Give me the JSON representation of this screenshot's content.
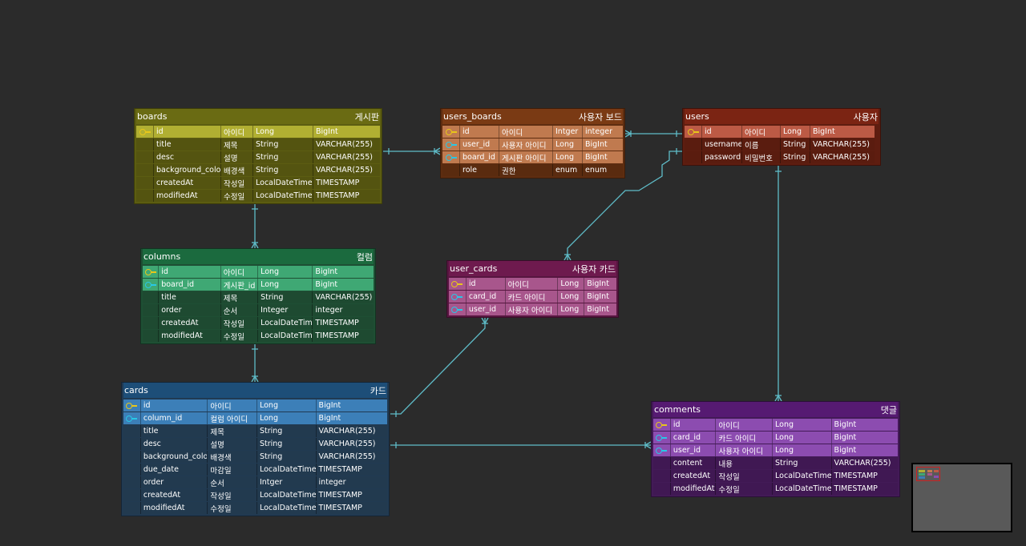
{
  "tables": [
    {
      "key": "boards",
      "name": "boards",
      "label": "게시판",
      "color": "#6a6b13",
      "body": "#5c5d11",
      "rowColor": "#545410",
      "pkRow": "#b1af32",
      "fkRow": "#b1af32",
      "rows": [
        {
          "k": "pk",
          "f": "id",
          "c": "아이디",
          "t": "Long",
          "d": "BigInt"
        },
        {
          "k": "",
          "f": "title",
          "c": "제목",
          "t": "String",
          "d": "VARCHAR(255)"
        },
        {
          "k": "",
          "f": "desc",
          "c": "설명",
          "t": "String",
          "d": "VARCHAR(255)"
        },
        {
          "k": "",
          "f": "background_color",
          "c": "배경색",
          "t": "String",
          "d": "VARCHAR(255)"
        },
        {
          "k": "",
          "f": "createdAt",
          "c": "작성일",
          "t": "LocalDateTime",
          "d": "TIMESTAMP"
        },
        {
          "k": "",
          "f": "modifiedAt",
          "c": "수정일",
          "t": "LocalDateTime",
          "d": "TIMESTAMP"
        }
      ]
    },
    {
      "key": "users_boards",
      "name": "users_boards",
      "label": "사용자 보드",
      "color": "#7a3a14",
      "body": "#5e2d10",
      "rowColor": "#5a2b0f",
      "pkRow": "#c07a4f",
      "fkRow": "#c07a4f",
      "rows": [
        {
          "k": "pk",
          "f": "id",
          "c": "아이디",
          "t": "Intger",
          "d": "integer"
        },
        {
          "k": "fk",
          "f": "user_id",
          "c": "사용자 아이디",
          "t": "Long",
          "d": "BigInt"
        },
        {
          "k": "fk",
          "f": "board_id",
          "c": "게시판 아이디",
          "t": "Long",
          "d": "BigInt"
        },
        {
          "k": "",
          "f": "role",
          "c": "권한",
          "t": "enum",
          "d": "enum"
        }
      ]
    },
    {
      "key": "users",
      "name": "users",
      "label": "사용자",
      "color": "#7b2413",
      "body": "#5e1d10",
      "rowColor": "#5a1c0f",
      "pkRow": "#bc5a45",
      "fkRow": "#bc5a45",
      "rows": [
        {
          "k": "pk",
          "f": "id",
          "c": "아이디",
          "t": "Long",
          "d": "BigInt"
        },
        {
          "k": "",
          "f": "username",
          "c": "이름",
          "t": "String",
          "d": "VARCHAR(255)"
        },
        {
          "k": "",
          "f": "password",
          "c": "비밀번호",
          "t": "String",
          "d": "VARCHAR(255)"
        }
      ]
    },
    {
      "key": "columns",
      "name": "columns",
      "label": "컬럼",
      "color": "#1b6a3e",
      "body": "#1e4f34",
      "rowColor": "#1e4a31",
      "pkRow": "#3fa874",
      "fkRow": "#3fa874",
      "rows": [
        {
          "k": "pk",
          "f": "id",
          "c": "아이디",
          "t": "Long",
          "d": "BigInt"
        },
        {
          "k": "fk",
          "f": "board_id",
          "c": "게시판_id",
          "t": "Long",
          "d": "BigInt"
        },
        {
          "k": "",
          "f": "title",
          "c": "제목",
          "t": "String",
          "d": "VARCHAR(255)"
        },
        {
          "k": "",
          "f": "order",
          "c": "순서",
          "t": "Integer",
          "d": "integer"
        },
        {
          "k": "",
          "f": "createdAt",
          "c": "작성일",
          "t": "LocalDateTime",
          "d": "TIMESTAMP"
        },
        {
          "k": "",
          "f": "modifiedAt",
          "c": "수정일",
          "t": "LocalDateTime",
          "d": "TIMESTAMP"
        }
      ]
    },
    {
      "key": "user_cards",
      "name": "user_cards",
      "label": "사용자 카드",
      "color": "#6e1a4e",
      "body": "#571640",
      "rowColor": "#52153c",
      "pkRow": "#a8568c",
      "fkRow": "#a8568c",
      "rows": [
        {
          "k": "pk",
          "f": "id",
          "c": "아이디",
          "t": "Long",
          "d": "BigInt"
        },
        {
          "k": "fk",
          "f": "card_id",
          "c": "카드 아이디",
          "t": "Long",
          "d": "BigInt"
        },
        {
          "k": "fk",
          "f": "user_id",
          "c": "사용자 아이디",
          "t": "Long",
          "d": "BigInt"
        }
      ]
    },
    {
      "key": "cards",
      "name": "cards",
      "label": "카드",
      "color": "#1d4e78",
      "body": "#213a52",
      "rowColor": "#223a4f",
      "pkRow": "#3c7fb8",
      "fkRow": "#3c7fb8",
      "rows": [
        {
          "k": "pk",
          "f": "id",
          "c": "아이디",
          "t": "Long",
          "d": "BigInt"
        },
        {
          "k": "fk",
          "f": "column_id",
          "c": "컬럼 아이디",
          "t": "Long",
          "d": "BigInt"
        },
        {
          "k": "",
          "f": "title",
          "c": "제목",
          "t": "String",
          "d": "VARCHAR(255)"
        },
        {
          "k": "",
          "f": "desc",
          "c": "설명",
          "t": "String",
          "d": "VARCHAR(255)"
        },
        {
          "k": "",
          "f": "background_color",
          "c": "배경색",
          "t": "String",
          "d": "VARCHAR(255)"
        },
        {
          "k": "",
          "f": "due_date",
          "c": "마감일",
          "t": "LocalDateTime",
          "d": "TIMESTAMP"
        },
        {
          "k": "",
          "f": "order",
          "c": "순서",
          "t": "Intger",
          "d": "integer"
        },
        {
          "k": "",
          "f": "createdAt",
          "c": "작성일",
          "t": "LocalDateTime",
          "d": "TIMESTAMP"
        },
        {
          "k": "",
          "f": "modifiedAt",
          "c": "수정일",
          "t": "LocalDateTime",
          "d": "TIMESTAMP"
        }
      ]
    },
    {
      "key": "comments",
      "name": "comments",
      "label": "댓글",
      "color": "#561a72",
      "body": "#431a57",
      "rowColor": "#401853",
      "pkRow": "#8c4cb0",
      "fkRow": "#8c4cb0",
      "rows": [
        {
          "k": "pk",
          "f": "id",
          "c": "아이디",
          "t": "Long",
          "d": "BigInt"
        },
        {
          "k": "fk",
          "f": "card_id",
          "c": "카드 아이디",
          "t": "Long",
          "d": "BigInt"
        },
        {
          "k": "fk",
          "f": "user_id",
          "c": "사용자 아이디",
          "t": "Long",
          "d": "BigInt"
        },
        {
          "k": "",
          "f": "content",
          "c": "내용",
          "t": "String",
          "d": "VARCHAR(255)"
        },
        {
          "k": "",
          "f": "createdAt",
          "c": "작성일",
          "t": "LocalDateTime",
          "d": "TIMESTAMP"
        },
        {
          "k": "",
          "f": "modifiedAt",
          "c": "수정일",
          "t": "LocalDateTime",
          "d": "TIMESTAMP"
        }
      ]
    }
  ],
  "relations": [
    {
      "from": "boards",
      "to": "users_boards"
    },
    {
      "from": "users",
      "to": "users_boards"
    },
    {
      "from": "boards",
      "to": "columns"
    },
    {
      "from": "columns",
      "to": "cards"
    },
    {
      "from": "users",
      "to": "user_cards"
    },
    {
      "from": "cards",
      "to": "user_cards"
    },
    {
      "from": "users",
      "to": "comments"
    },
    {
      "from": "cards",
      "to": "comments"
    }
  ],
  "colors": {
    "link": "#5fbcc8",
    "pk_icon": "#e8c61a",
    "fk_icon": "#29c7e6",
    "background": "#2b2b2b"
  }
}
